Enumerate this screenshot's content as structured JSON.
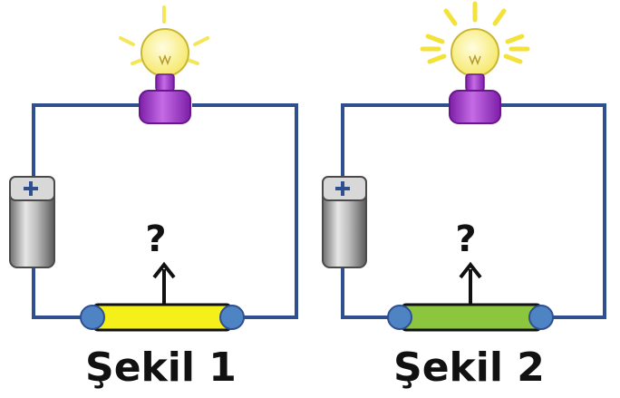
{
  "figures": [
    {
      "caption": "Şekil 1",
      "question_mark": "?",
      "conductor_color": "#f5ef1a",
      "bulb_state": "dim"
    },
    {
      "caption": "Şekil 2",
      "question_mark": "?",
      "conductor_color": "#8cc63f",
      "bulb_state": "bright"
    }
  ],
  "colors": {
    "wire": "#2f4f8f",
    "bulb_socket": "#9a2fc4",
    "bulb_glass": "#fff27a",
    "light_rays": "#f2e23a",
    "terminal": "#4f84c4"
  },
  "icons": [
    "light-bulb-icon",
    "battery-icon",
    "plus-sign-icon",
    "up-arrow-icon",
    "light-rays-icon"
  ]
}
